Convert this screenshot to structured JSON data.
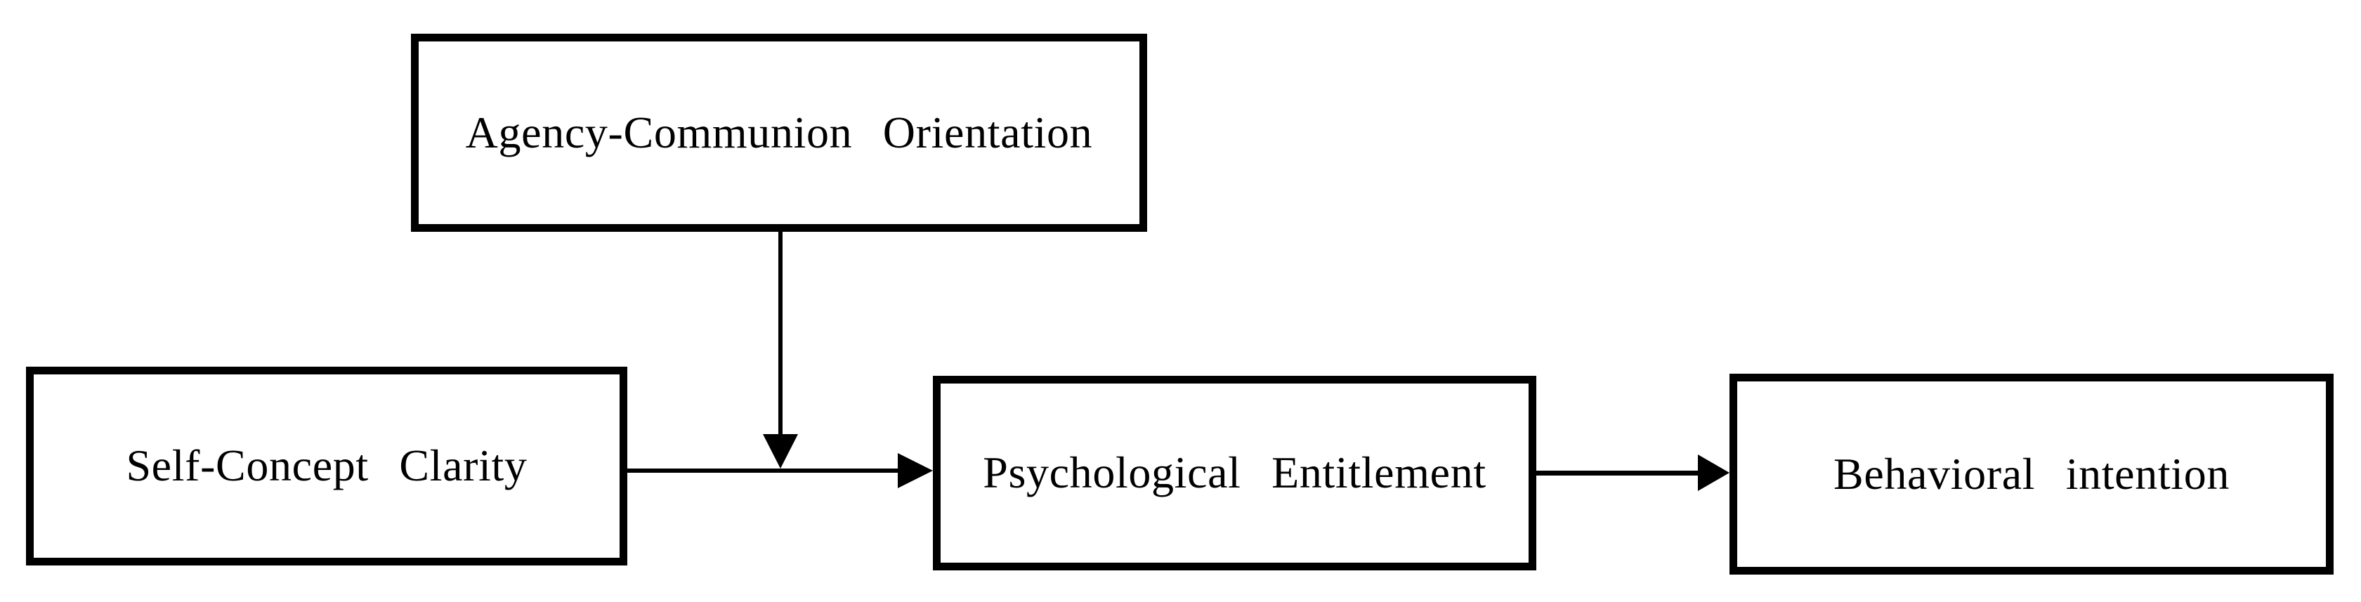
{
  "diagram": {
    "type": "path-model-diagram",
    "background_color": "#ffffff",
    "line_color": "#000000",
    "text_color": "#000000",
    "box_fill_color": "#ffffff",
    "box_border_color": "#000000",
    "nodes": {
      "aco": {
        "label": "Agency-Communion Orientation",
        "role": "moderator",
        "position": "top-center"
      },
      "scc": {
        "label": "Self-Concept Clarity",
        "role": "independent-variable",
        "position": "left"
      },
      "pe": {
        "label": "Psychological Entitlement",
        "role": "mediator",
        "position": "center"
      },
      "bi": {
        "label": "Behavioral intention",
        "role": "dependent-variable",
        "position": "right"
      }
    },
    "edges": [
      {
        "id": "aco-moderation",
        "from": "Agency-Communion Orientation",
        "to": "arrow between Self-Concept Clarity and Psychological Entitlement",
        "direction": "down"
      },
      {
        "id": "scc-to-pe",
        "from": "Self-Concept Clarity",
        "to": "Psychological Entitlement",
        "direction": "right"
      },
      {
        "id": "pe-to-bi",
        "from": "Psychological Entitlement",
        "to": "Behavioral intention",
        "direction": "right"
      }
    ]
  }
}
